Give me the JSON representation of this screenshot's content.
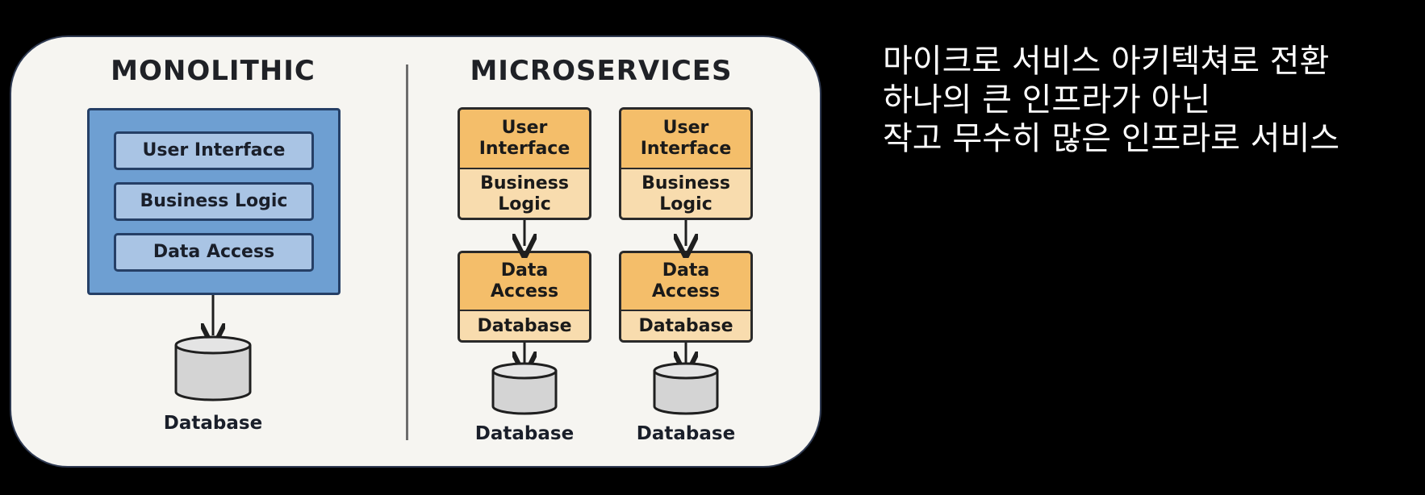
{
  "diagram": {
    "monolithic": {
      "title": "MONOLITHIC",
      "layers": [
        "User Interface",
        "Business Logic",
        "Data Access"
      ],
      "database_label": "Database"
    },
    "microservices": {
      "title": "MICROSERVICES",
      "services": [
        {
          "top": "User\nInterface",
          "bottom": "Business\nLogic",
          "data_top": "Data\nAccess",
          "data_bottom": "Database",
          "database_label": "Database"
        },
        {
          "top": "User\nInterface",
          "bottom": "Business\nLogic",
          "data_top": "Data\nAccess",
          "data_bottom": "Database",
          "database_label": "Database"
        }
      ]
    },
    "colors": {
      "panel": "#f6f5f1",
      "mono_fill": "#6e9fd2",
      "mono_layer": "#a9c4e4",
      "service_top": "#f4be6a",
      "service_bottom": "#f8dcae",
      "cylinder": "#d4d4d4"
    }
  },
  "caption": {
    "lines": [
      "마이크로 서비스 아키텍쳐로 전환",
      "하나의 큰 인프라가 아닌",
      "작고 무수히 많은 인프라로 서비스"
    ]
  }
}
